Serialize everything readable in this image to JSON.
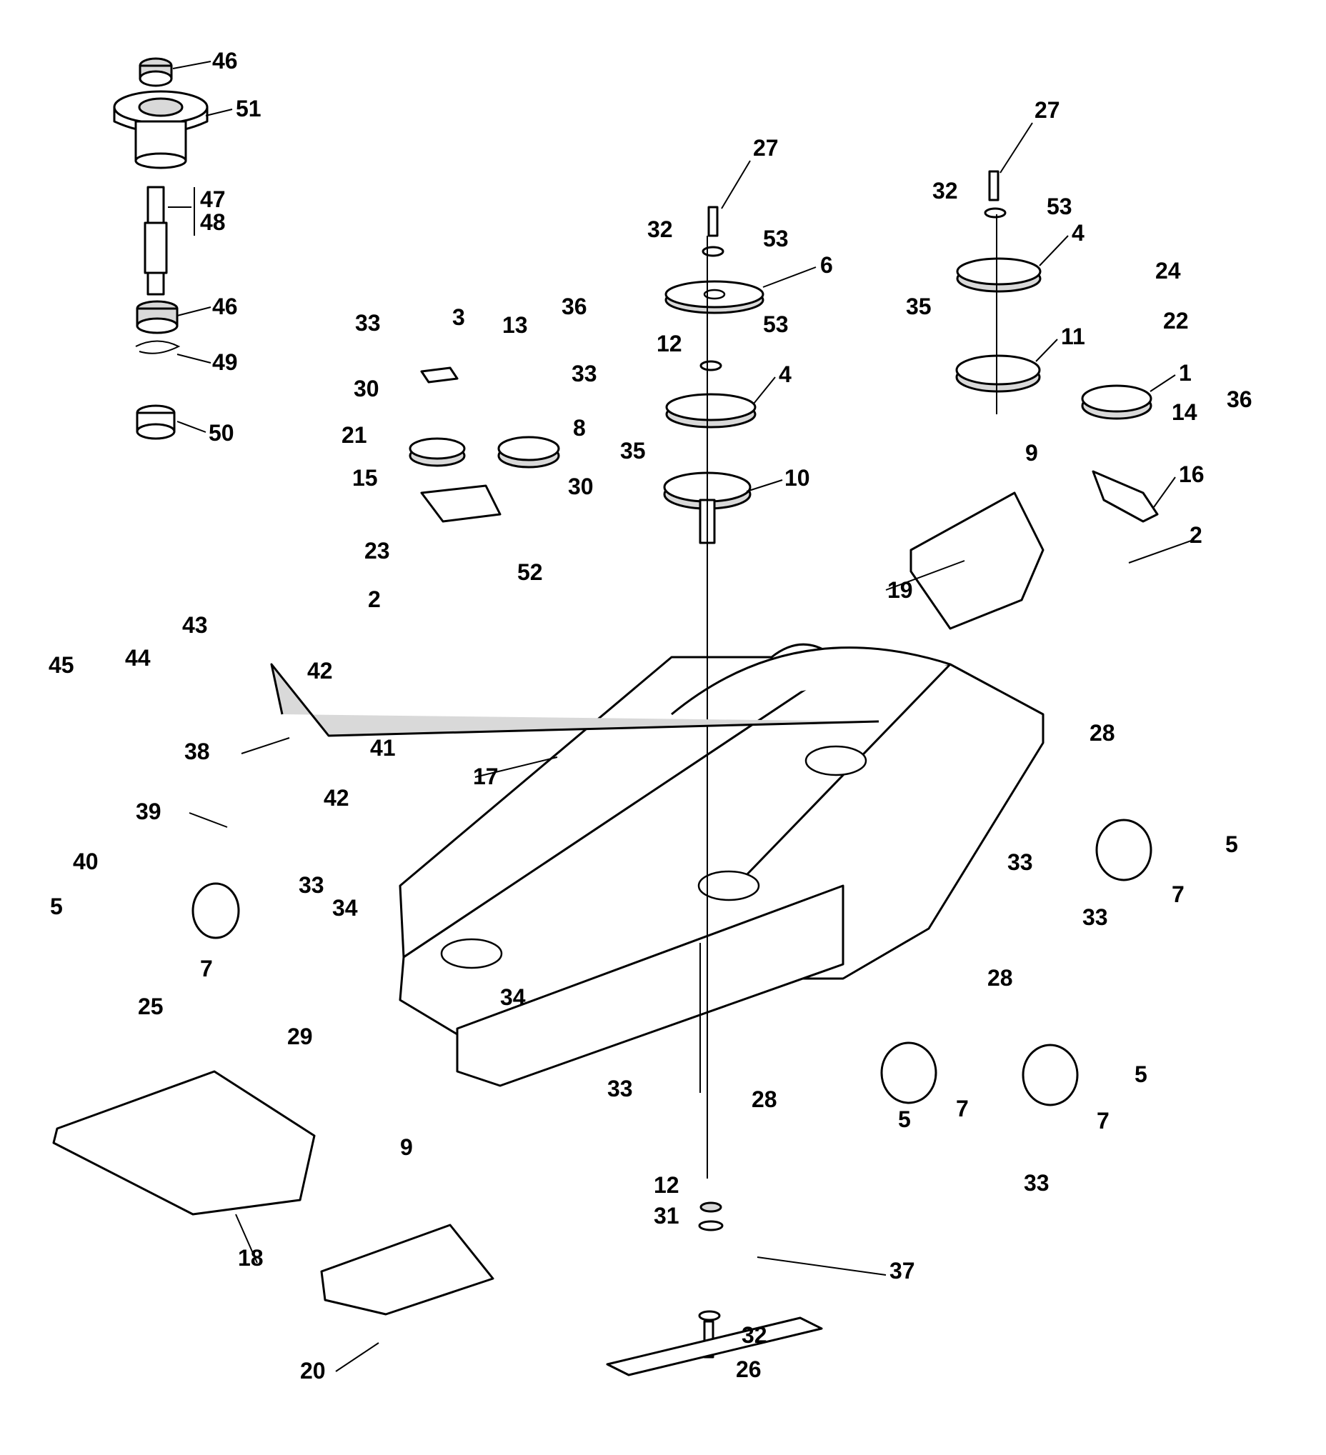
{
  "diagram": {
    "type": "exploded parts diagram",
    "labels": {
      "p1": "1",
      "p2a": "2",
      "p2b": "2",
      "p3": "3",
      "p4a": "4",
      "p4b": "4",
      "p5a": "5",
      "p5b": "5",
      "p5c": "5",
      "p5d": "5",
      "p6": "6",
      "p7a": "7",
      "p7b": "7",
      "p7c": "7",
      "p7d": "7",
      "p8": "8",
      "p9a": "9",
      "p9b": "9",
      "p10": "10",
      "p11": "11",
      "p12a": "12",
      "p12b": "12",
      "p13": "13",
      "p14": "14",
      "p15": "15",
      "p16": "16",
      "p17": "17",
      "p18": "18",
      "p19": "19",
      "p20": "20",
      "p21": "21",
      "p22": "22",
      "p23": "23",
      "p24": "24",
      "p25": "25",
      "p26": "26",
      "p27a": "27",
      "p27b": "27",
      "p28a": "28",
      "p28b": "28",
      "p28c": "28",
      "p29": "29",
      "p30a": "30",
      "p30b": "30",
      "p31": "31",
      "p32a": "32",
      "p32b": "32",
      "p32c": "32",
      "p33a": "33",
      "p33b": "33",
      "p33c": "33",
      "p33d": "33",
      "p33e": "33",
      "p33f": "33",
      "p33g": "33",
      "p34a": "34",
      "p34b": "34",
      "p35a": "35",
      "p35b": "35",
      "p36a": "36",
      "p36b": "36",
      "p37": "37",
      "p38": "38",
      "p39": "39",
      "p40": "40",
      "p41": "41",
      "p42a": "42",
      "p42b": "42",
      "p43": "43",
      "p44": "44",
      "p45": "45",
      "p46a": "46",
      "p46b": "46",
      "p47": "47",
      "p48": "48",
      "p49": "49",
      "p50": "50",
      "p51": "51",
      "p52": "52",
      "p53a": "53",
      "p53b": "53",
      "p53c": "53"
    }
  }
}
